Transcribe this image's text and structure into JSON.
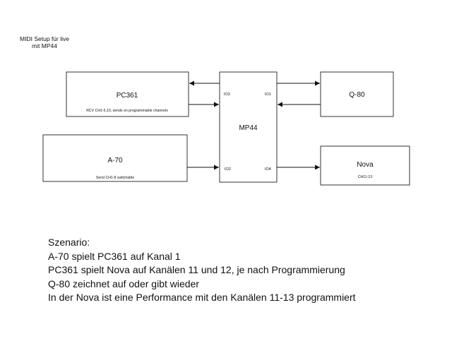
{
  "title": "MIDI Setup für live\nmit MP44",
  "devices": {
    "pc361": {
      "name": "PC361",
      "note": "RCV CH1-6,10, sends on programmable channels"
    },
    "a70": {
      "name": "A-70",
      "note": "Send CH1-8 switchable"
    },
    "mp44": {
      "name": "MP44",
      "ports": {
        "io1": "IO1",
        "io2": "IO2",
        "io3": "IO3",
        "io4": "IO4"
      }
    },
    "q80": {
      "name": "Q-80"
    },
    "nova": {
      "name": "Nova",
      "note": "CH11-13"
    }
  },
  "scenario": {
    "heading": "Szenario:",
    "lines": [
      "A-70 spielt PC361 auf Kanal 1",
      "PC361 spielt Nova auf Kanälen 11 und 12, je nach Programmierung",
      "Q-80 zeichnet auf oder gibt wieder",
      "In der Nova ist eine Performance mit den Kanälen 11-13 programmiert"
    ]
  }
}
